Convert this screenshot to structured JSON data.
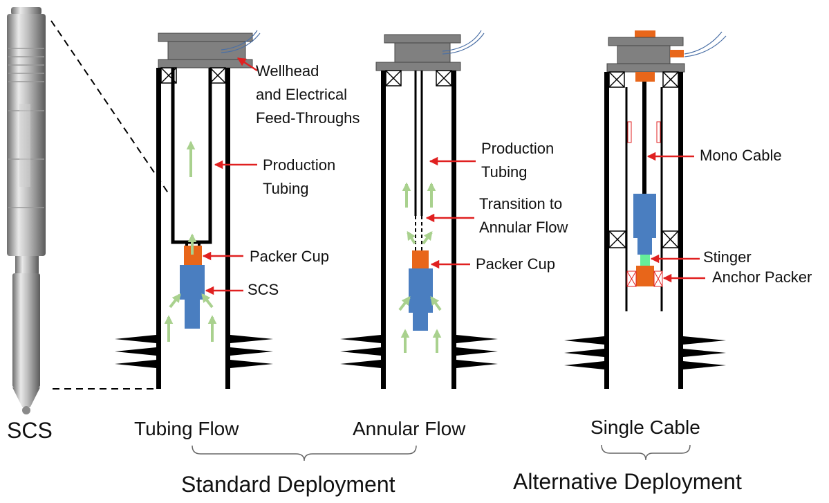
{
  "colors": {
    "steel": "#000000",
    "wellhead": "#808080",
    "packer_cup": "#e8661a",
    "scs_tool": "#4a7ec0",
    "flow_arrow": "#a9d18e",
    "callout_arrow": "#e02020",
    "stinger": "#66ee99",
    "cable": "#4a6fa5"
  },
  "icons": {
    "tool_photo": "scs-tool-icon",
    "wellhead": "wellhead-icon",
    "flow": "flow-arrow-icon",
    "perforation": "perforation-icon"
  },
  "labels": {
    "tubing_flow": {
      "wellhead": [
        "Wellhead",
        "and Electrical",
        "Feed-Throughs"
      ],
      "production_tubing": [
        "Production",
        "Tubing"
      ],
      "packer_cup": "Packer Cup",
      "scs": "SCS"
    },
    "annular_flow": {
      "production_tubing": [
        "Production",
        "Tubing"
      ],
      "transition": [
        "Transition to",
        "Annular Flow"
      ],
      "packer_cup": "Packer Cup"
    },
    "single_cable": {
      "mono_cable": "Mono Cable",
      "stinger": "Stinger",
      "anchor_packer": "Anchor Packer"
    }
  },
  "captions": {
    "scs": "SCS",
    "tubing_flow": "Tubing Flow",
    "annular_flow": "Annular Flow",
    "single_cable": "Single Cable",
    "standard_deployment": "Standard Deployment",
    "alternative_deployment": "Alternative Deployment"
  }
}
